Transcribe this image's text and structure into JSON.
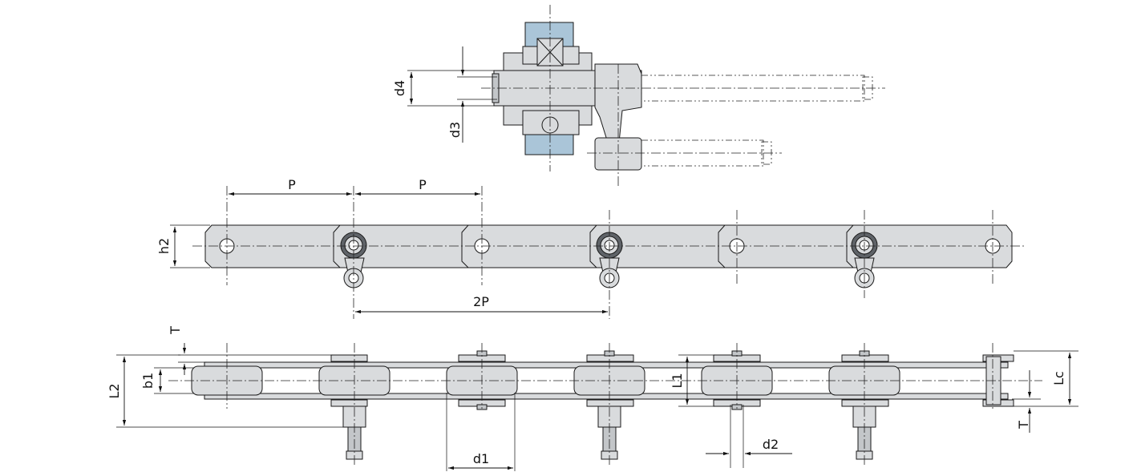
{
  "labels": {
    "d4": "d4",
    "d3": "d3",
    "p_left": "P",
    "p_right": "P",
    "h2": "h2",
    "two_p": "2P",
    "t_top": "T",
    "b1": "b1",
    "l2": "L2",
    "l1": "L1",
    "lc": "Lc",
    "t_bottom": "T",
    "d1": "d1",
    "d2": "d2"
  },
  "colors": {
    "plate": "#d9dbdd",
    "hub": "#aac5d8",
    "outline": "#1a1a1a"
  }
}
